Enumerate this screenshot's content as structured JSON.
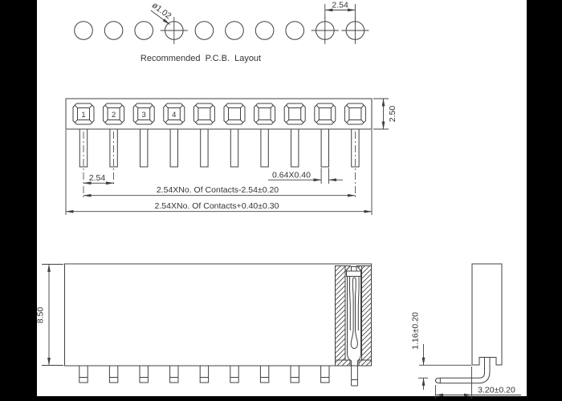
{
  "pcb_layout": {
    "caption": "Recommended  P.C.B.  Layout",
    "hole_diameter": "ø1.02",
    "hole_pitch": "2.54",
    "hole_count": 10
  },
  "top_view": {
    "body_height": "2.50",
    "pin_numbers": [
      "1",
      "2",
      "3",
      "4"
    ],
    "pin_pitch": "2.54",
    "pin_cross_section": "0.64X0.40",
    "contact_span": "2.54XNo. Of Contacts-2.54±0.20",
    "overall_width": "2.54XNo. Of Contacts+0.40±0.30",
    "contact_count": 10
  },
  "front_view": {
    "body_height": "8.50"
  },
  "side_view": {
    "pin_standoff": "1.16±0.20",
    "pin_tail_length": "3.20±0.20"
  },
  "colors": {
    "line": "#404040",
    "text": "#333333",
    "background": "#ffffff",
    "letterbox": "#000000"
  }
}
